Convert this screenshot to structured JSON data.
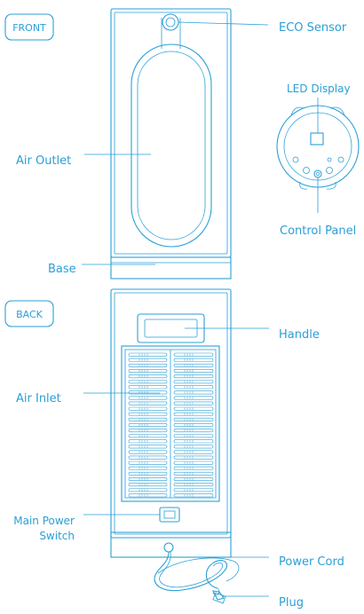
{
  "tags": {
    "front": "FRONT",
    "back": "BACK"
  },
  "labels": {
    "eco_sensor": "ECO Sensor",
    "led_display": "LED Display",
    "air_outlet": "Air Outlet",
    "control_panel": "Control Panel",
    "base": "Base",
    "handle": "Handle",
    "air_inlet": "Air Inlet",
    "main_power_switch_line1": "Main Power",
    "main_power_switch_line2": "Switch",
    "power_cord": "Power Cord",
    "plug": "Plug"
  },
  "colors": {
    "line": "#2a9fd6",
    "background": "#ffffff"
  }
}
